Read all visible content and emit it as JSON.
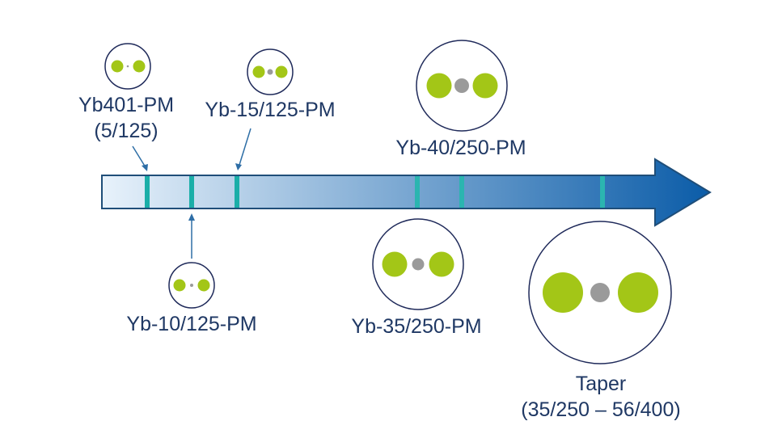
{
  "colors": {
    "arrow_start": "#e8f2fb",
    "arrow_end": "#0b5ca8",
    "arrow_stroke": "#1f4e79",
    "tick": "#1aaea8",
    "core": "#a3c617",
    "stress_rod": "#9a9a9a",
    "fiber_outline": "#1f2a5a",
    "pointer": "#2e6ea6",
    "text": "#1f3864"
  },
  "fibers": [
    {
      "id": "yb401",
      "lines": [
        "Yb401-PM",
        "(5/125)"
      ]
    },
    {
      "id": "yb10",
      "lines": [
        "Yb-10/125-PM"
      ]
    },
    {
      "id": "yb15",
      "lines": [
        "Yb-15/125-PM"
      ]
    },
    {
      "id": "yb35",
      "lines": [
        "Yb-35/250-PM"
      ]
    },
    {
      "id": "yb40",
      "lines": [
        "Yb-40/250-PM"
      ]
    },
    {
      "id": "taper",
      "lines": [
        "Taper",
        "(35/250 – 56/400)"
      ]
    }
  ]
}
